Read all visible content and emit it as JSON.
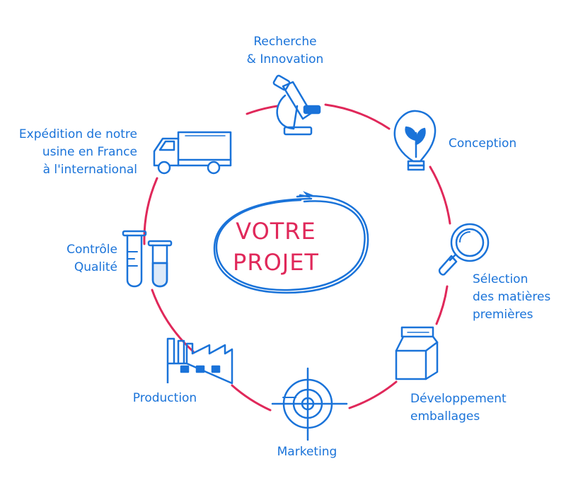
{
  "colors": {
    "ring": "#e0285a",
    "icon": "#1a73d9",
    "label": "#1a73d9",
    "center_text": "#e0285a"
  },
  "center": {
    "line1": "VOTRE",
    "line2": "PROJET"
  },
  "steps": [
    {
      "icon": "microscope-icon",
      "lines": [
        "Recherche",
        "& Innovation"
      ]
    },
    {
      "icon": "lightbulb-plant-icon",
      "lines": [
        "Conception"
      ]
    },
    {
      "icon": "magnifier-icon",
      "lines": [
        "Sélection",
        "des matières",
        "premières"
      ]
    },
    {
      "icon": "package-bag-icon",
      "lines": [
        "Développement",
        "emballages"
      ]
    },
    {
      "icon": "target-icon",
      "lines": [
        "Marketing"
      ]
    },
    {
      "icon": "factory-icon",
      "lines": [
        "Production"
      ]
    },
    {
      "icon": "test-tubes-icon",
      "lines": [
        "Contrôle",
        "Qualité"
      ]
    },
    {
      "icon": "truck-icon",
      "lines": [
        "Expédition de notre",
        "usine en France",
        "à l'international"
      ]
    }
  ]
}
